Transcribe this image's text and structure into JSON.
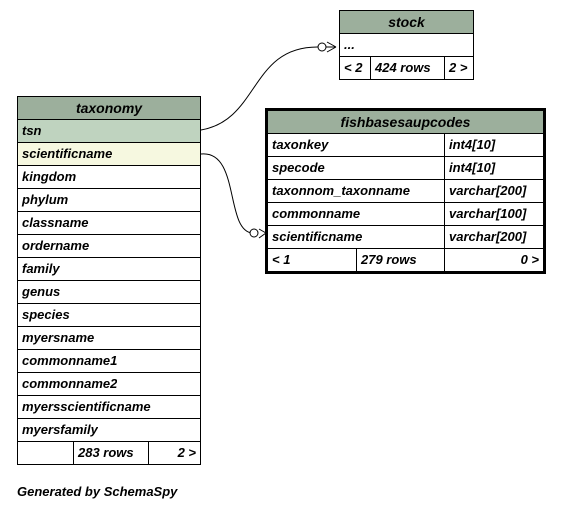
{
  "footer_text": "Generated by SchemaSpy",
  "tables": {
    "stock": {
      "name": "stock",
      "rows": [
        "..."
      ],
      "footer": {
        "left": "< 2",
        "mid": "424 rows",
        "right": "2 >"
      }
    },
    "taxonomy": {
      "name": "taxonomy",
      "rows": [
        "tsn",
        "scientificname",
        "kingdom",
        "phylum",
        "classname",
        "ordername",
        "family",
        "genus",
        "species",
        "myersname",
        "commonname1",
        "commonname2",
        "myersscientificname",
        "myersfamily"
      ],
      "footer": {
        "left": "",
        "mid": "283 rows",
        "right": "2 >"
      }
    },
    "fishbasesaupcodes": {
      "name": "fishbasesaupcodes",
      "columns": [
        {
          "name": "taxonkey",
          "type": "int4[10]"
        },
        {
          "name": "specode",
          "type": "int4[10]"
        },
        {
          "name": "taxonnom_taxonname",
          "type": "varchar[200]"
        },
        {
          "name": "commonname",
          "type": "varchar[100]"
        },
        {
          "name": "scientificname",
          "type": "varchar[200]"
        }
      ],
      "footer": {
        "left": "< 1",
        "mid": "279 rows",
        "right": "0 >"
      }
    }
  },
  "colors": {
    "header": "#9caf9c",
    "primary_key": "#bfd3bf",
    "highlight": "#f6f8e0"
  }
}
